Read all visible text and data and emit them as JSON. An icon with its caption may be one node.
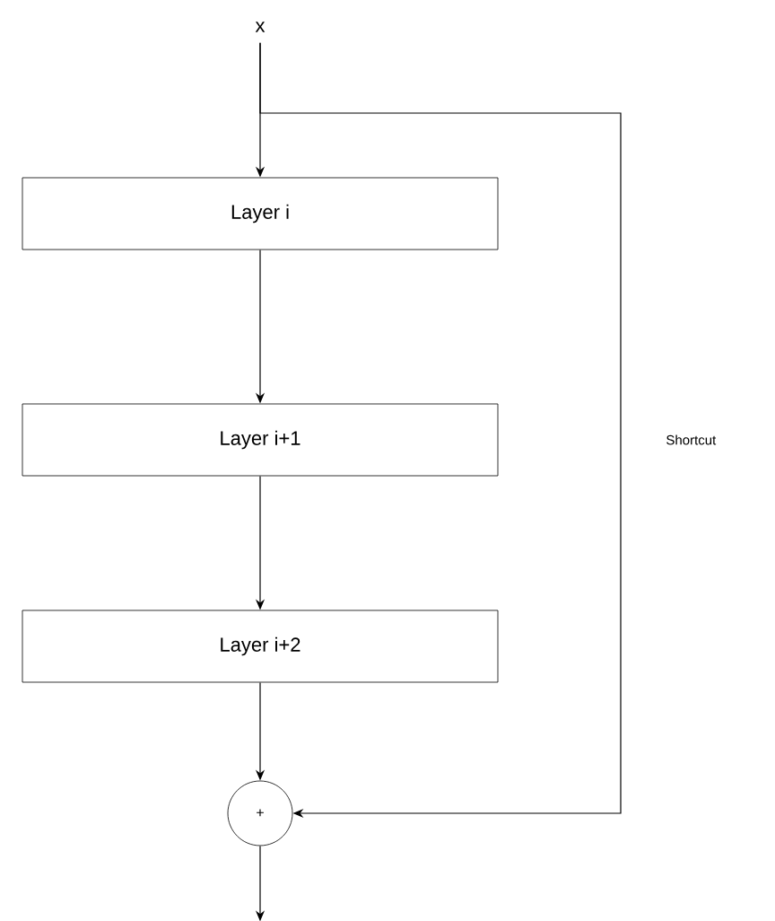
{
  "diagram": {
    "nodes": [
      {
        "text": [
          "x"
        ]
      },
      {
        "text": [
          "Layer i"
        ]
      },
      {
        "text": [
          "Layer i+1"
        ]
      },
      {
        "text": [
          "Layer i+2"
        ]
      },
      {
        "text": [
          "+"
        ]
      }
    ],
    "edges": [
      {
        "from": 0,
        "to": 1,
        "arrow": "to"
      },
      {
        "from": 1,
        "to": 2,
        "arrow": "to"
      },
      {
        "from": 2,
        "to": 3,
        "arrow": "to"
      },
      {
        "from": 3,
        "to": 4,
        "arrow": "to"
      },
      {
        "from": 0,
        "to": 4,
        "arrow": "to",
        "label": "Shortcut"
      },
      {
        "from": 4,
        "to": null,
        "arrow": "to"
      }
    ]
  }
}
